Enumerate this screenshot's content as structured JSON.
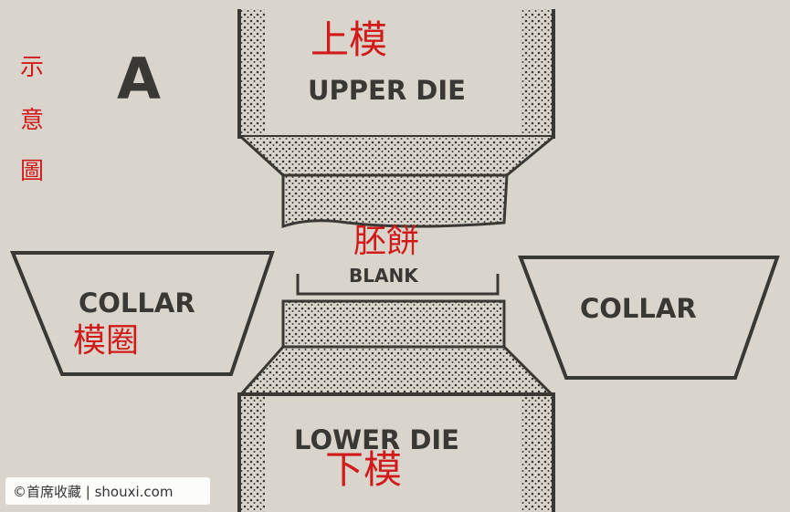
{
  "figure_letter": "A",
  "side_caption": [
    "示",
    "意",
    "圖"
  ],
  "upper_die": {
    "label_en": "UPPER DIE",
    "label_cn": "上模"
  },
  "lower_die": {
    "label_en": "LOWER DIE",
    "label_cn": "下模"
  },
  "blank": {
    "label_en": "BLANK",
    "label_cn": "胚餅"
  },
  "collar_left": {
    "label_en": "COLLAR",
    "label_cn": "模圈"
  },
  "collar_right": {
    "label_en": "COLLAR"
  },
  "watermark": "©首席收藏 | shouxi.com",
  "colors": {
    "paper": "#dad5cc",
    "ink": "#3a3834",
    "annotation_red": "#d11a1a"
  }
}
